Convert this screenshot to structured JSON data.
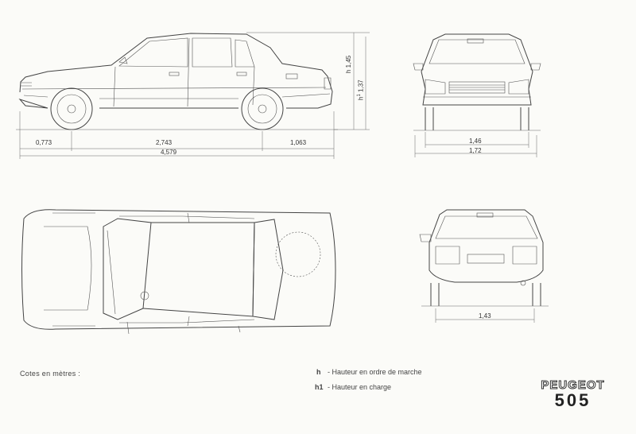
{
  "dimensions": {
    "front_overhang": "0,773",
    "wheelbase": "2,743",
    "rear_overhang": "1,063",
    "length": "4,579",
    "h_label": "h",
    "h_value": "1,45",
    "h1_label": "h",
    "h1_sup": "1",
    "h1_value": "1,37",
    "front_track": "1,46",
    "width": "1,72",
    "rear_track": "1,43"
  },
  "legend": {
    "units_note": "Cotes en mètres :",
    "h_key": "h",
    "h_desc": "- Hauteur en ordre de marche",
    "h1_key": "h1",
    "h1_desc": "- Hauteur en charge"
  },
  "brand": {
    "name": "PEUGEOT",
    "model": "505"
  }
}
